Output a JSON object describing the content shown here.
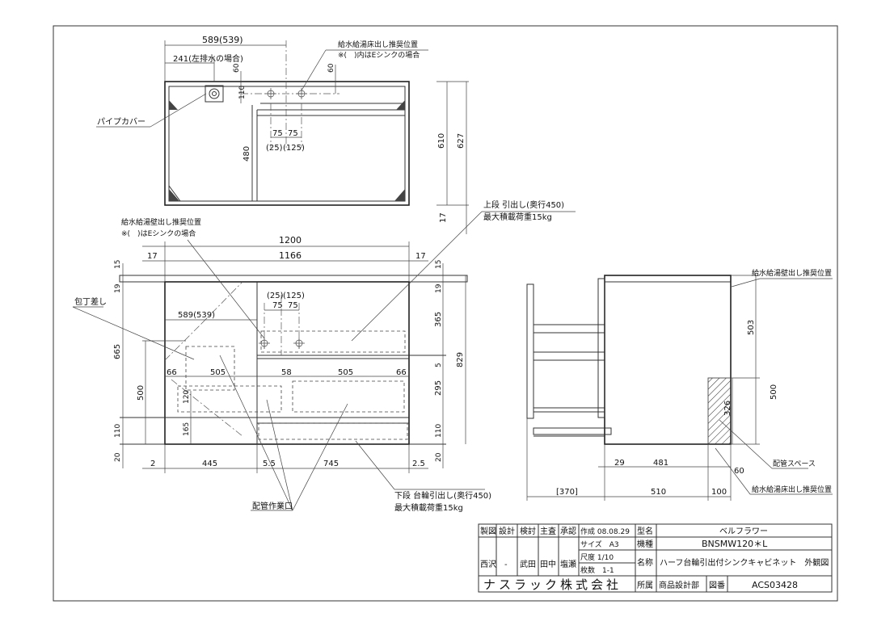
{
  "top_view": {
    "dim_width": "589(539)",
    "dim_left_drain": "241(左排水の場合)",
    "dim_60a": "60",
    "dim_60b": "60",
    "dim_110": "110",
    "dim_480": "480",
    "dim_75a": "75",
    "dim_75b": "75",
    "dim_25": "(25)",
    "dim_125": "(125)",
    "dim_610": "610",
    "dim_627": "627",
    "dim_17": "17",
    "note_floor_title": "給水給湯床出し推奨位置",
    "note_floor_sub": "※(　)内はEシンクの場合",
    "pipe_cover": "パイプカバー"
  },
  "front_view": {
    "note_wall_title": "給水給湯壁出し推奨位置",
    "note_wall_sub": "※(　)はEシンクの場合",
    "upper_drawer_1": "上段 引出し(奥行450)",
    "upper_drawer_2": "最大積載荷重15kg",
    "dim_1200": "1200",
    "dim_1166": "1166",
    "dim_17l": "17",
    "dim_17r": "17",
    "dim_15l": "15",
    "dim_15r": "15",
    "dim_19l": "19",
    "dim_19r": "19",
    "dim_665": "665",
    "dim_829": "829",
    "dim_365": "365",
    "dim_5": "5",
    "dim_295": "295",
    "dim_110r": "110",
    "dim_20r": "20",
    "dim_500": "500",
    "dim_110l": "110",
    "dim_20l": "20",
    "dim_165": "165",
    "dim_120": "120",
    "dim_589": "589(539)",
    "dim_25": "(25)",
    "dim_125": "(125)",
    "dim_75a": "75",
    "dim_75b": "75",
    "dim_66l": "66",
    "dim_505a": "505",
    "dim_58": "58",
    "dim_505b": "505",
    "dim_66r": "66",
    "dim_2": "2",
    "dim_445": "445",
    "dim_55": "5.5",
    "dim_745": "745",
    "dim_25b": "2.5",
    "label_towel": "包丁差し",
    "label_work_port": "配管作業口",
    "lower_drawer_1": "下段 台輪引出し(奥行450)",
    "lower_drawer_2": "最大積載荷重15kg"
  },
  "side_view": {
    "note_wall": "給水給湯壁出し推奨位置",
    "note_floor": "給水給湯床出し推奨位置",
    "piping_space": "配管スペース",
    "dim_503": "503",
    "dim_500": "500",
    "dim_326": "326",
    "dim_29": "29",
    "dim_481": "481",
    "dim_60": "60",
    "dim_370": "[370]",
    "dim_510": "510",
    "dim_100": "100"
  },
  "title_block": {
    "h_seizu": "製図",
    "h_sekkei": "設計",
    "h_kento": "検討",
    "h_shusa": "主査",
    "h_shonin": "承認",
    "date": "作成 08.08.29",
    "size": "サイズ　A3",
    "scale": "尺度 1/10",
    "sheets": "枚数　1-1",
    "n_seizu": "西沢",
    "n_sekkei": "-",
    "n_kento": "武田",
    "n_shusa": "田中",
    "n_shonin": "塩瀬",
    "k_katamei": "型名",
    "v_katamei": "ベルフラワー",
    "k_kishu": "機種",
    "v_kishu": "BNSMW120＊L",
    "k_meisho": "名称",
    "v_meisho": "ハーフ台輪引出付シンクキャビネット　外観図",
    "company": "ナスラック株式会社",
    "k_shozoku": "所属",
    "v_shozoku": "商品設計部",
    "k_zuban": "図番",
    "v_zuban": "ACS03428"
  }
}
